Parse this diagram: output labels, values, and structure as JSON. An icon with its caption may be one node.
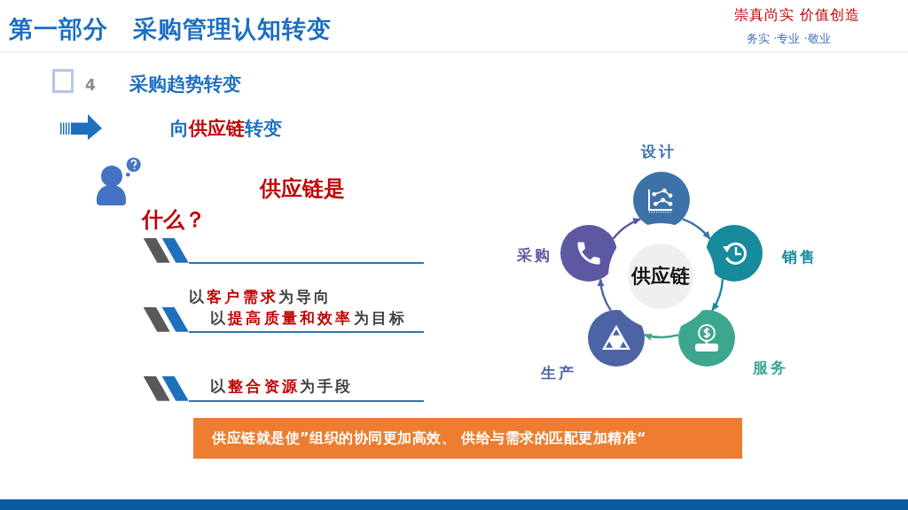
{
  "diagram": {
    "title": "第一部分　采购管理认知转变",
    "nodes": [
      {
        "text": [
          "供应链"
        ]
      },
      {
        "text": [
          "设计"
        ]
      },
      {
        "text": [
          "销售"
        ]
      },
      {
        "text": [
          "服务"
        ]
      },
      {
        "text": [
          "生产"
        ]
      },
      {
        "text": [
          "采购"
        ]
      },
      {
        "text": [
          "供应链就是使”组织的协同更加高效、 供给与需求的匹配更加精准“"
        ]
      }
    ],
    "edges": [
      {
        "from": 1,
        "to": 2,
        "arrow": "to",
        "color": "#3d72a8"
      },
      {
        "from": 2,
        "to": 3,
        "arrow": "to",
        "color": "#178a9c"
      },
      {
        "from": 3,
        "to": 4,
        "arrow": "to",
        "color": "#3da68f"
      },
      {
        "from": 4,
        "to": 5,
        "arrow": "to",
        "color": "#4c64a4"
      },
      {
        "from": 5,
        "to": 1,
        "arrow": "to",
        "color": "#5c58a2"
      }
    ],
    "labels": [
      "崇真尚实 价值创造",
      "务实 ·专业 ·敬业",
      "4",
      "采购趋势转变",
      "向**供应链**转变",
      "供应链是什么？",
      "以**客户需求**为导向",
      "以**提高质量和效率**为目标",
      "以**整合资源**为手段"
    ]
  }
}
